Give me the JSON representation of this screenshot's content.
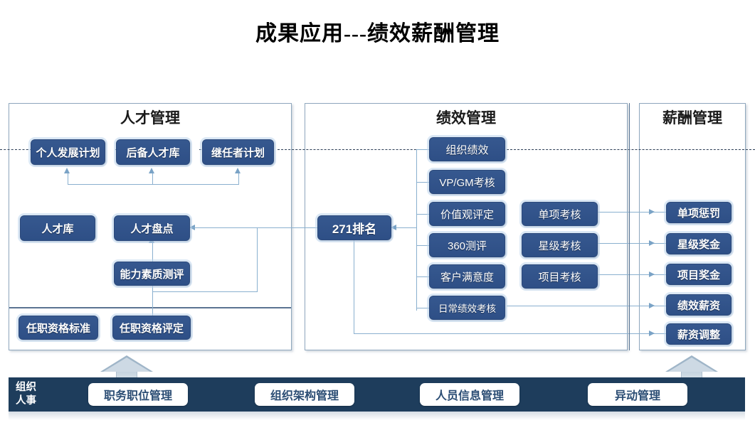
{
  "title": "成果应用---绩效薪酬管理",
  "panels": {
    "talent": {
      "title": "人才管理",
      "nodes": {
        "idp": "个人发展计划",
        "reserve_pool": "后备人才库",
        "succession": "继任者计划",
        "talent_pool": "人才库",
        "talent_review": "人才盘点",
        "competency": "能力素质测评",
        "qualification_standard": "任职资格标准",
        "qualification_assessment": "任职资格评定"
      }
    },
    "performance": {
      "title": "绩效管理",
      "rank_node": "271排名",
      "column_one": [
        "组织绩效",
        "VP/GM考核",
        "价值观评定",
        "360测评",
        "客户满意度",
        "日常绩效考核"
      ],
      "column_two": [
        "单项考核",
        "星级考核",
        "项目考核"
      ]
    },
    "compensation": {
      "title": "薪酬管理",
      "nodes": [
        "单项惩罚",
        "星级奖金",
        "项目奖金",
        "绩效薪资",
        "薪资调整"
      ]
    }
  },
  "bottom_bar": {
    "label_line1": "组织",
    "label_line2": "人事",
    "buttons": [
      "职务职位管理",
      "组织架构管理",
      "人员信息管理",
      "异动管理"
    ]
  },
  "colors": {
    "node_blue": "#2e4f86",
    "node_glow": "#bdd5ed",
    "connector": "#8ab0cf",
    "panel_border": "#8fa7bd",
    "bottom_bar": "#1e3d5c",
    "dashed_guide": "#2b3d55",
    "pill_text": "#2b4d74"
  }
}
